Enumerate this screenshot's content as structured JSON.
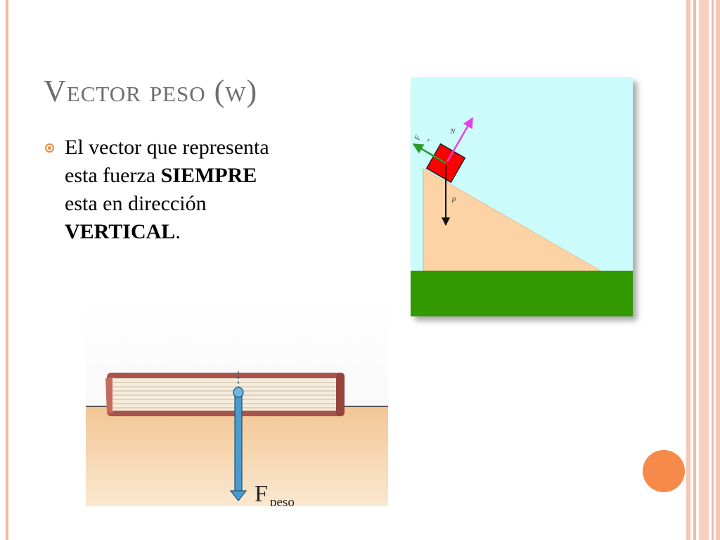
{
  "slide": {
    "title": "Vector peso (w)",
    "bullet": {
      "part1": "El vector que representa esta fuerza ",
      "bold1": "SIEMPRE",
      "part2": " esta en dirección ",
      "bold2": "VERTICAL",
      "part3": "."
    }
  },
  "ramp_figure": {
    "labels": {
      "normal": "N",
      "friction": "F",
      "friction_sub": "r",
      "weight": "P"
    }
  },
  "book_figure": {
    "force_label": "F",
    "force_sub": "peso"
  },
  "colors": {
    "accent": "#f58a4b",
    "sky": "#ccfbfb",
    "ramp": "#fbd3a4",
    "ground": "#339900",
    "block": "#ff0000",
    "normal_arrow": "#e83ee8",
    "friction_arrow": "#2a9a2a",
    "weight_arrow": "#111111",
    "book_arrow": "#4a9bd0"
  }
}
